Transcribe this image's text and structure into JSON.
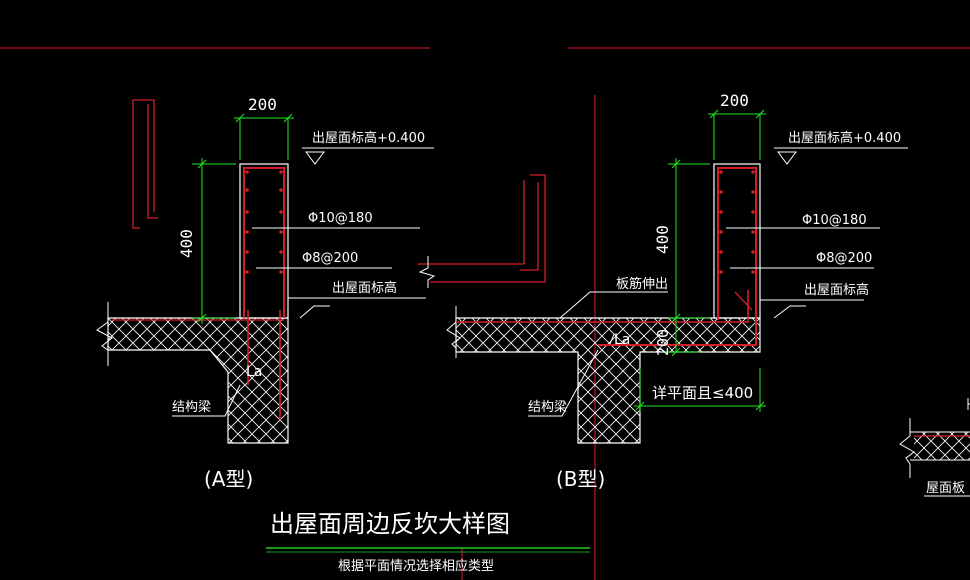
{
  "title": "出屋面周边反坎大样图",
  "subtitle": "根据平面情况选择相应类型",
  "colors": {
    "background": "#000000",
    "frame": "#c0102a",
    "rebar": "#d21e28",
    "dimension": "#22e622",
    "leader": "#ffffff",
    "hatch": "#ffffff",
    "underline": "#22c822"
  },
  "detail_a": {
    "type_label": "(A型)",
    "width_dim": "200",
    "height_dim": "400",
    "level_top": "出屋面标高+0.400",
    "rebar_1": "Φ10@180",
    "rebar_2": "Φ8@200",
    "level_roof": "出屋面标高",
    "anchor": "La",
    "beam": "结构梁"
  },
  "detail_b": {
    "type_label": "(B型)",
    "width_dim": "200",
    "height_dim": "400",
    "slab_dim": "200",
    "level_top": "出屋面标高+0.400",
    "rebar_1": "Φ10@180",
    "rebar_2": "Φ8@200",
    "slab_extend": "板筋伸出",
    "level_roof": "出屋面标高",
    "anchor": "La",
    "beam": "结构梁",
    "note": "详平面且≤400"
  },
  "edge_fragment": {
    "label": "屋面板"
  }
}
